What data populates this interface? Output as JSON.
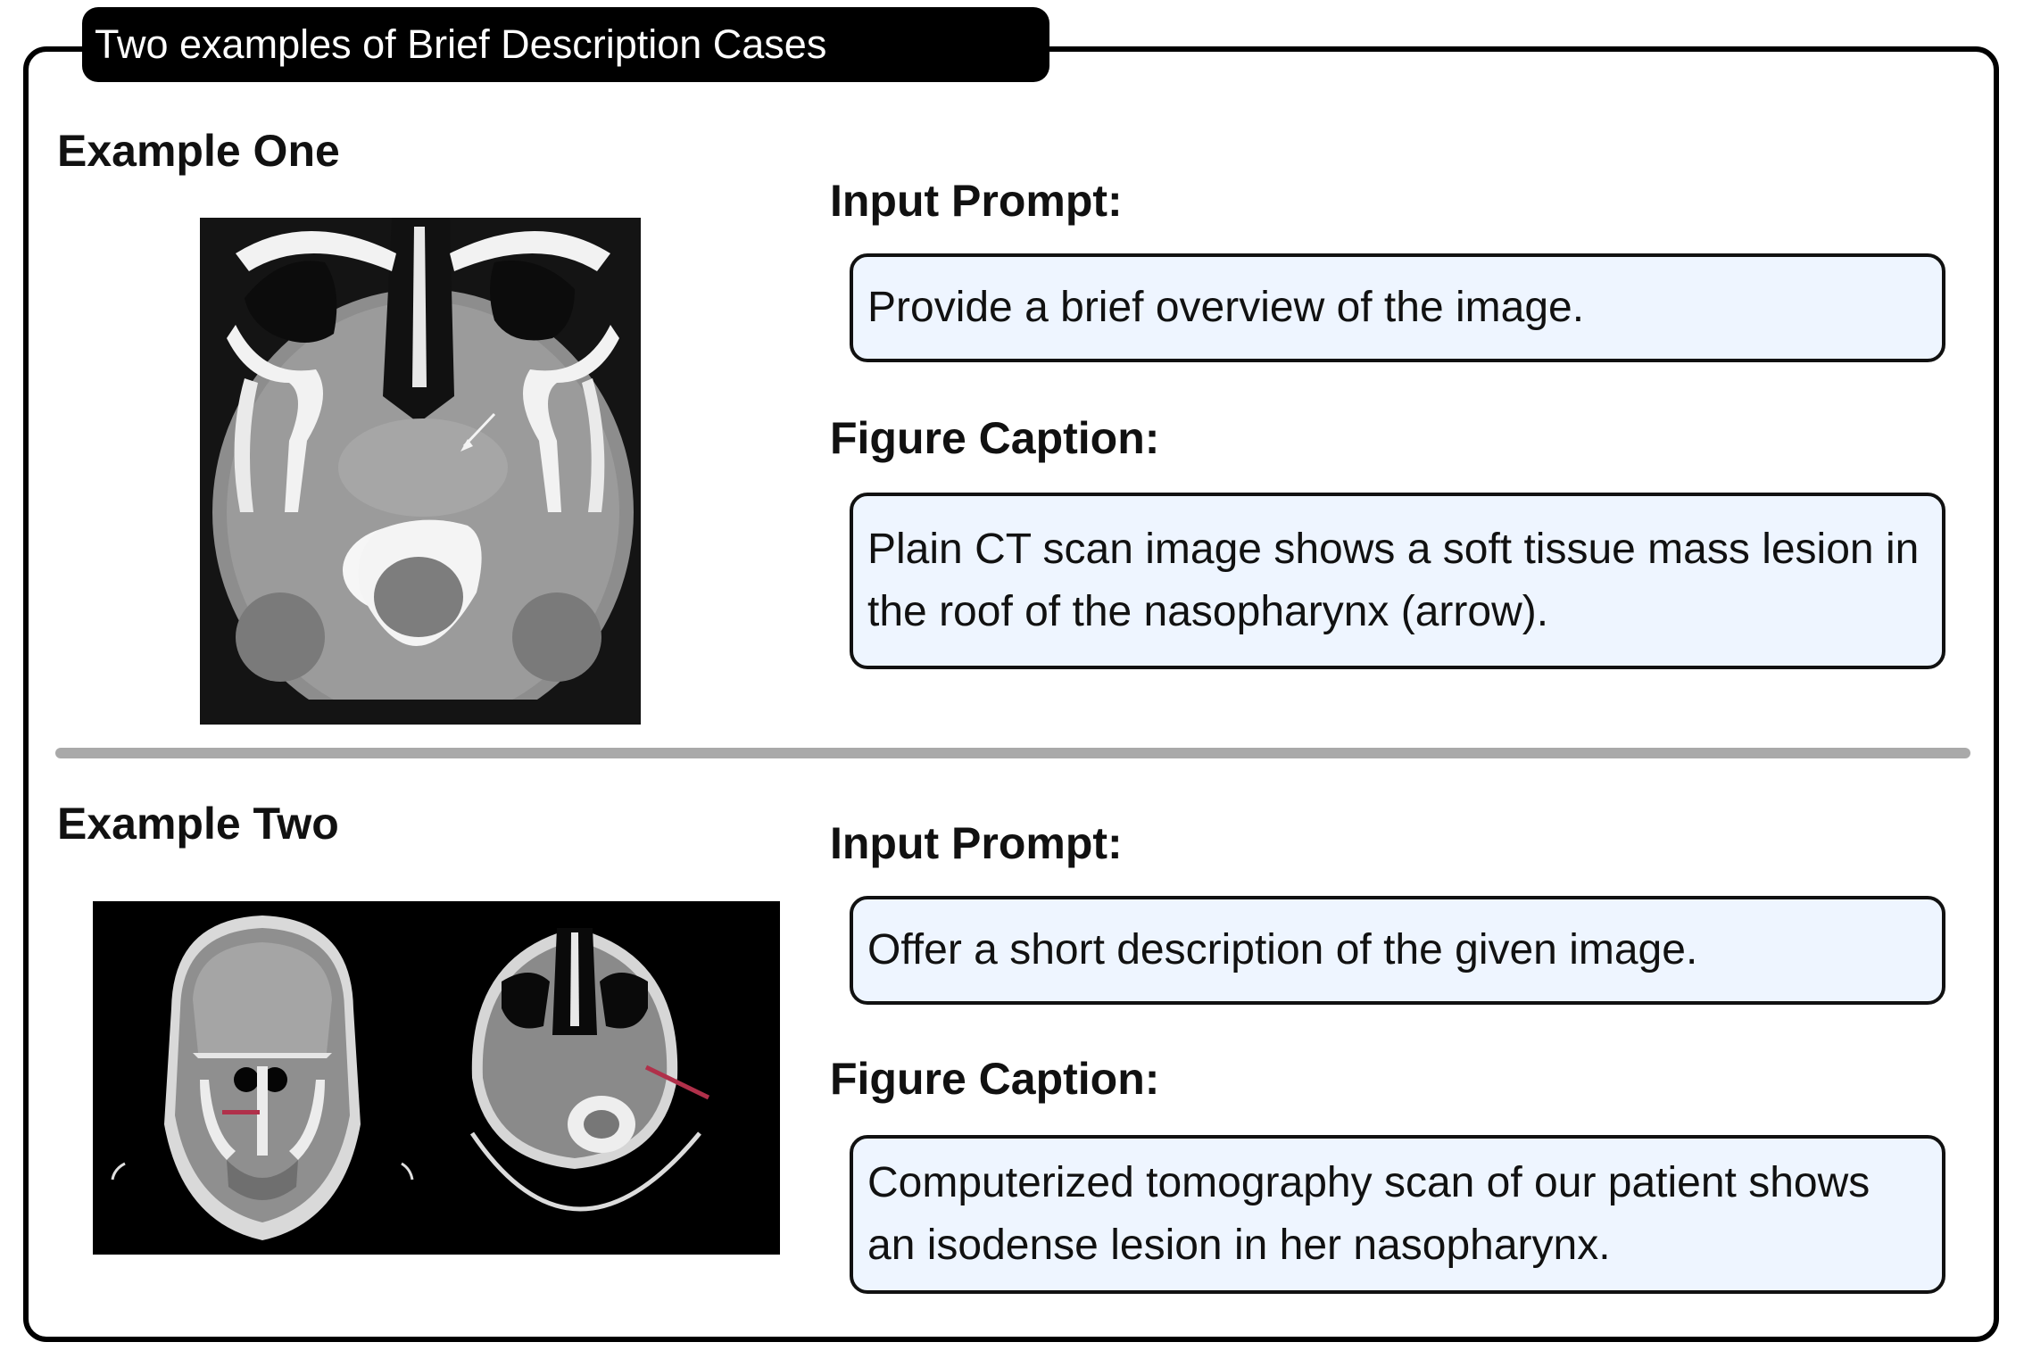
{
  "title": "Two examples of Brief Description Cases",
  "examples": [
    {
      "heading": "Example One",
      "prompt_label": "Input Prompt:",
      "prompt_text": "Provide a brief overview of the image.",
      "caption_label": "Figure Caption:",
      "caption_text": "Plain CT scan image shows a soft tissue mass lesion in the roof of the nasopharynx (arrow)."
    },
    {
      "heading": "Example Two",
      "prompt_label": "Input Prompt:",
      "prompt_text": "Offer a short description of the given image.",
      "caption_label": "Figure Caption:",
      "caption_text": "Computerized tomography scan of our patient shows an isodense lesion in her nasopharynx."
    }
  ],
  "colors": {
    "textbox_fill": "#eef5ff",
    "divider": "#a9a9a9",
    "marker": "#b0304a"
  }
}
